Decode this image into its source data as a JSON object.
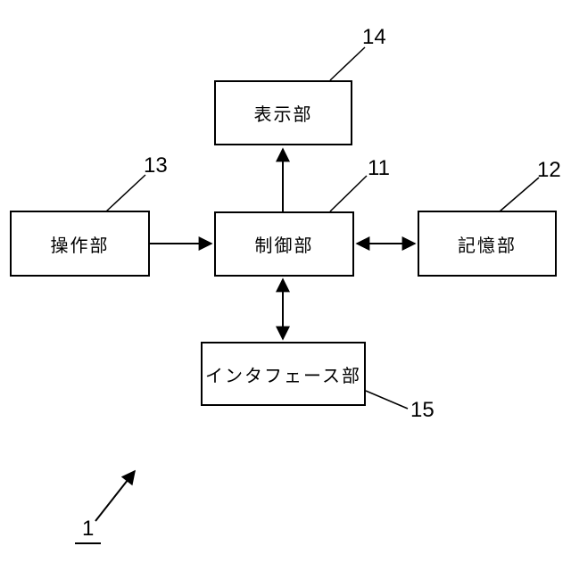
{
  "figure": {
    "boxes": [
      {
        "id": "display",
        "label": "表示部",
        "ref": "14"
      },
      {
        "id": "operation",
        "label": "操作部",
        "ref": "13"
      },
      {
        "id": "control",
        "label": "制御部",
        "ref": "11"
      },
      {
        "id": "storage",
        "label": "記憶部",
        "ref": "12"
      },
      {
        "id": "interface",
        "label": "インタフェース部",
        "ref": "15"
      }
    ],
    "system_ref": "1",
    "colors": {
      "line": "#000000",
      "background": "#ffffff"
    }
  }
}
